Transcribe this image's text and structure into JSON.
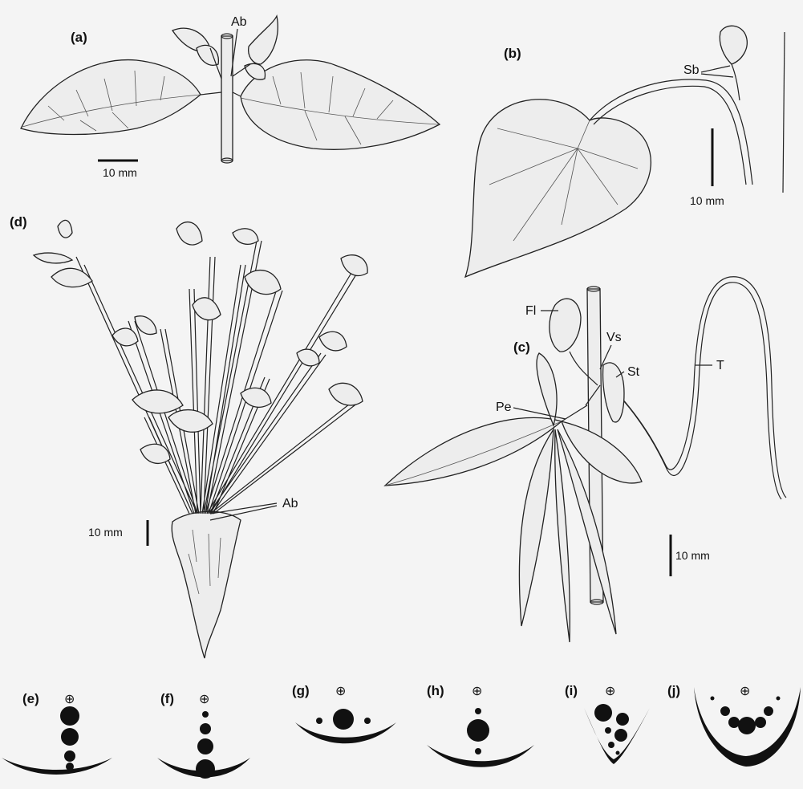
{
  "panels": {
    "a": {
      "label": "(a)",
      "annotation": "Ab",
      "scale": "10 mm"
    },
    "b": {
      "label": "(b)",
      "annotation": "Sb",
      "scale": "10 mm"
    },
    "c": {
      "label": "(c)",
      "annotations": {
        "fl": "Fl",
        "vs": "Vs",
        "st": "St",
        "t": "T",
        "pe": "Pe"
      },
      "scale": "10 mm"
    },
    "d": {
      "label": "(d)",
      "annotation": "Ab",
      "scale": "10 mm"
    },
    "e": {
      "label": "(e)"
    },
    "f": {
      "label": "(f)"
    },
    "g": {
      "label": "(g)"
    },
    "h": {
      "label": "(h)"
    },
    "i": {
      "label": "(i)"
    },
    "j": {
      "label": "(j)"
    }
  },
  "axis_symbol": "⊕"
}
